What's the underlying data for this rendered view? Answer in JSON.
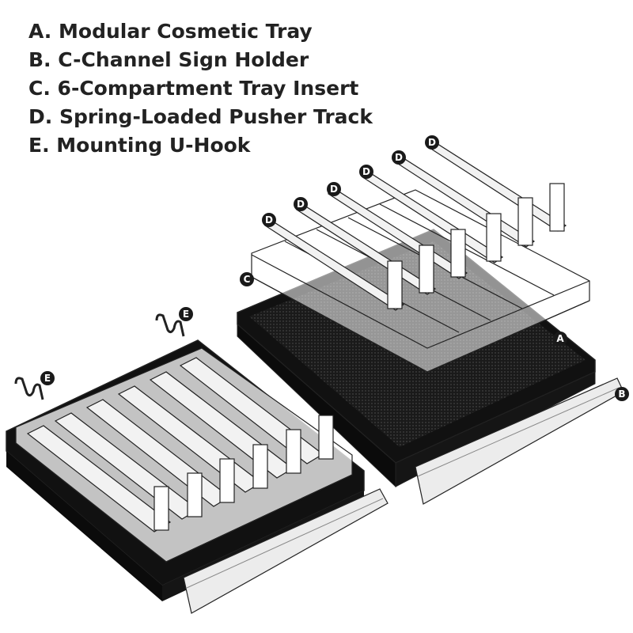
{
  "legend": [
    {
      "letter": "A",
      "text": "A. Modular Cosmetic Tray"
    },
    {
      "letter": "B",
      "text": "B. C-Channel Sign Holder"
    },
    {
      "letter": "C",
      "text": "C. 6-Compartment Tray Insert"
    },
    {
      "letter": "D",
      "text": "D. Spring-Loaded Pusher Track"
    },
    {
      "letter": "E",
      "text": "E. Mounting U-Hook"
    }
  ],
  "callouts": {
    "A": "A",
    "B": "B",
    "C": "C",
    "D": "D",
    "E": "E"
  },
  "colors": {
    "tray_black": "#111111",
    "outline": "#222222",
    "track_fill": "#f2f2f2",
    "insert_fill": "#e9e9e9",
    "badge_fill": "#1a1a1a",
    "badge_text": "#ffffff"
  }
}
